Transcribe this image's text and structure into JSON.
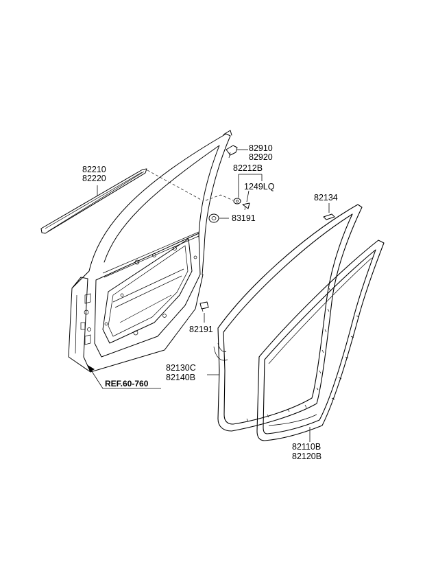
{
  "labels": {
    "p82910": "82910",
    "p82920": "82920",
    "p82212B": "82212B",
    "p1249LQ": "1249LQ",
    "p82210": "82210",
    "p82220": "82220",
    "p83191": "83191",
    "p82134": "82134",
    "p82191": "82191",
    "p82130C": "82130C",
    "p82140B": "82140B",
    "p82110B": "82110B",
    "p82120B": "82120B",
    "ref": "REF.60-760"
  },
  "colors": {
    "line": "#000000",
    "background": "#ffffff"
  }
}
